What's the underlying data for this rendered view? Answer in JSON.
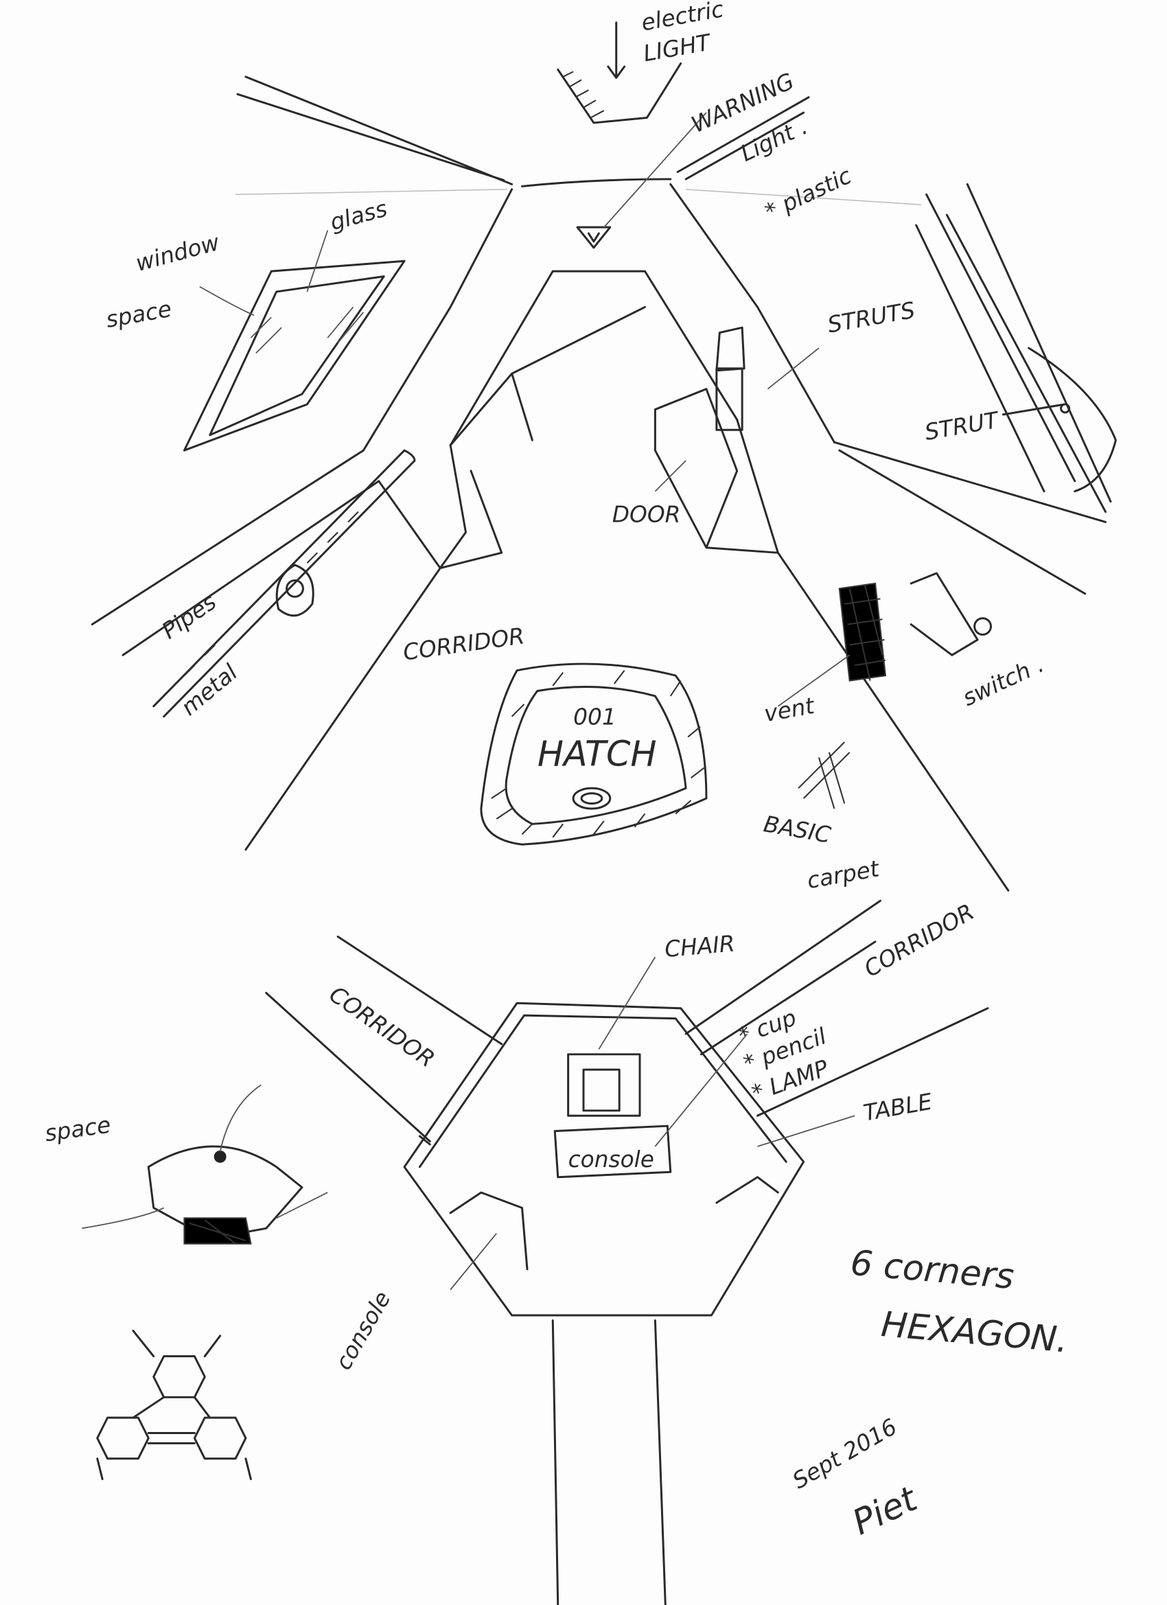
{
  "labels": {
    "electric": "electric",
    "light": "LIGHT",
    "warning": "WARNING",
    "warning_light": "Light .",
    "plastic": "* plastic",
    "window": "window",
    "glass": "glass",
    "space_top": "space",
    "struts": "STRUTS",
    "strut": "STRUT",
    "door": "DOOR",
    "pipes": "Pipes",
    "metal": "metal",
    "corridor_top": "CORRIDOR",
    "hatch_number": "001",
    "hatch": "HATCH",
    "vent": "vent",
    "switch": "switch .",
    "basic": "BASIC",
    "carpet": "carpet",
    "chair": "CHAIR",
    "corridor_left": "CORRIDOR",
    "corridor_right": "CORRIDOR",
    "cup": "* cup",
    "pencil": "* pencil",
    "lamp": "* LAMP",
    "table": "TABLE",
    "space_bottom": "space",
    "console_table": "console",
    "console_left": "console",
    "corners": "6 corners",
    "hexagon": "HEXAGON.",
    "date": "Sept 2016",
    "signature": "Piet"
  }
}
